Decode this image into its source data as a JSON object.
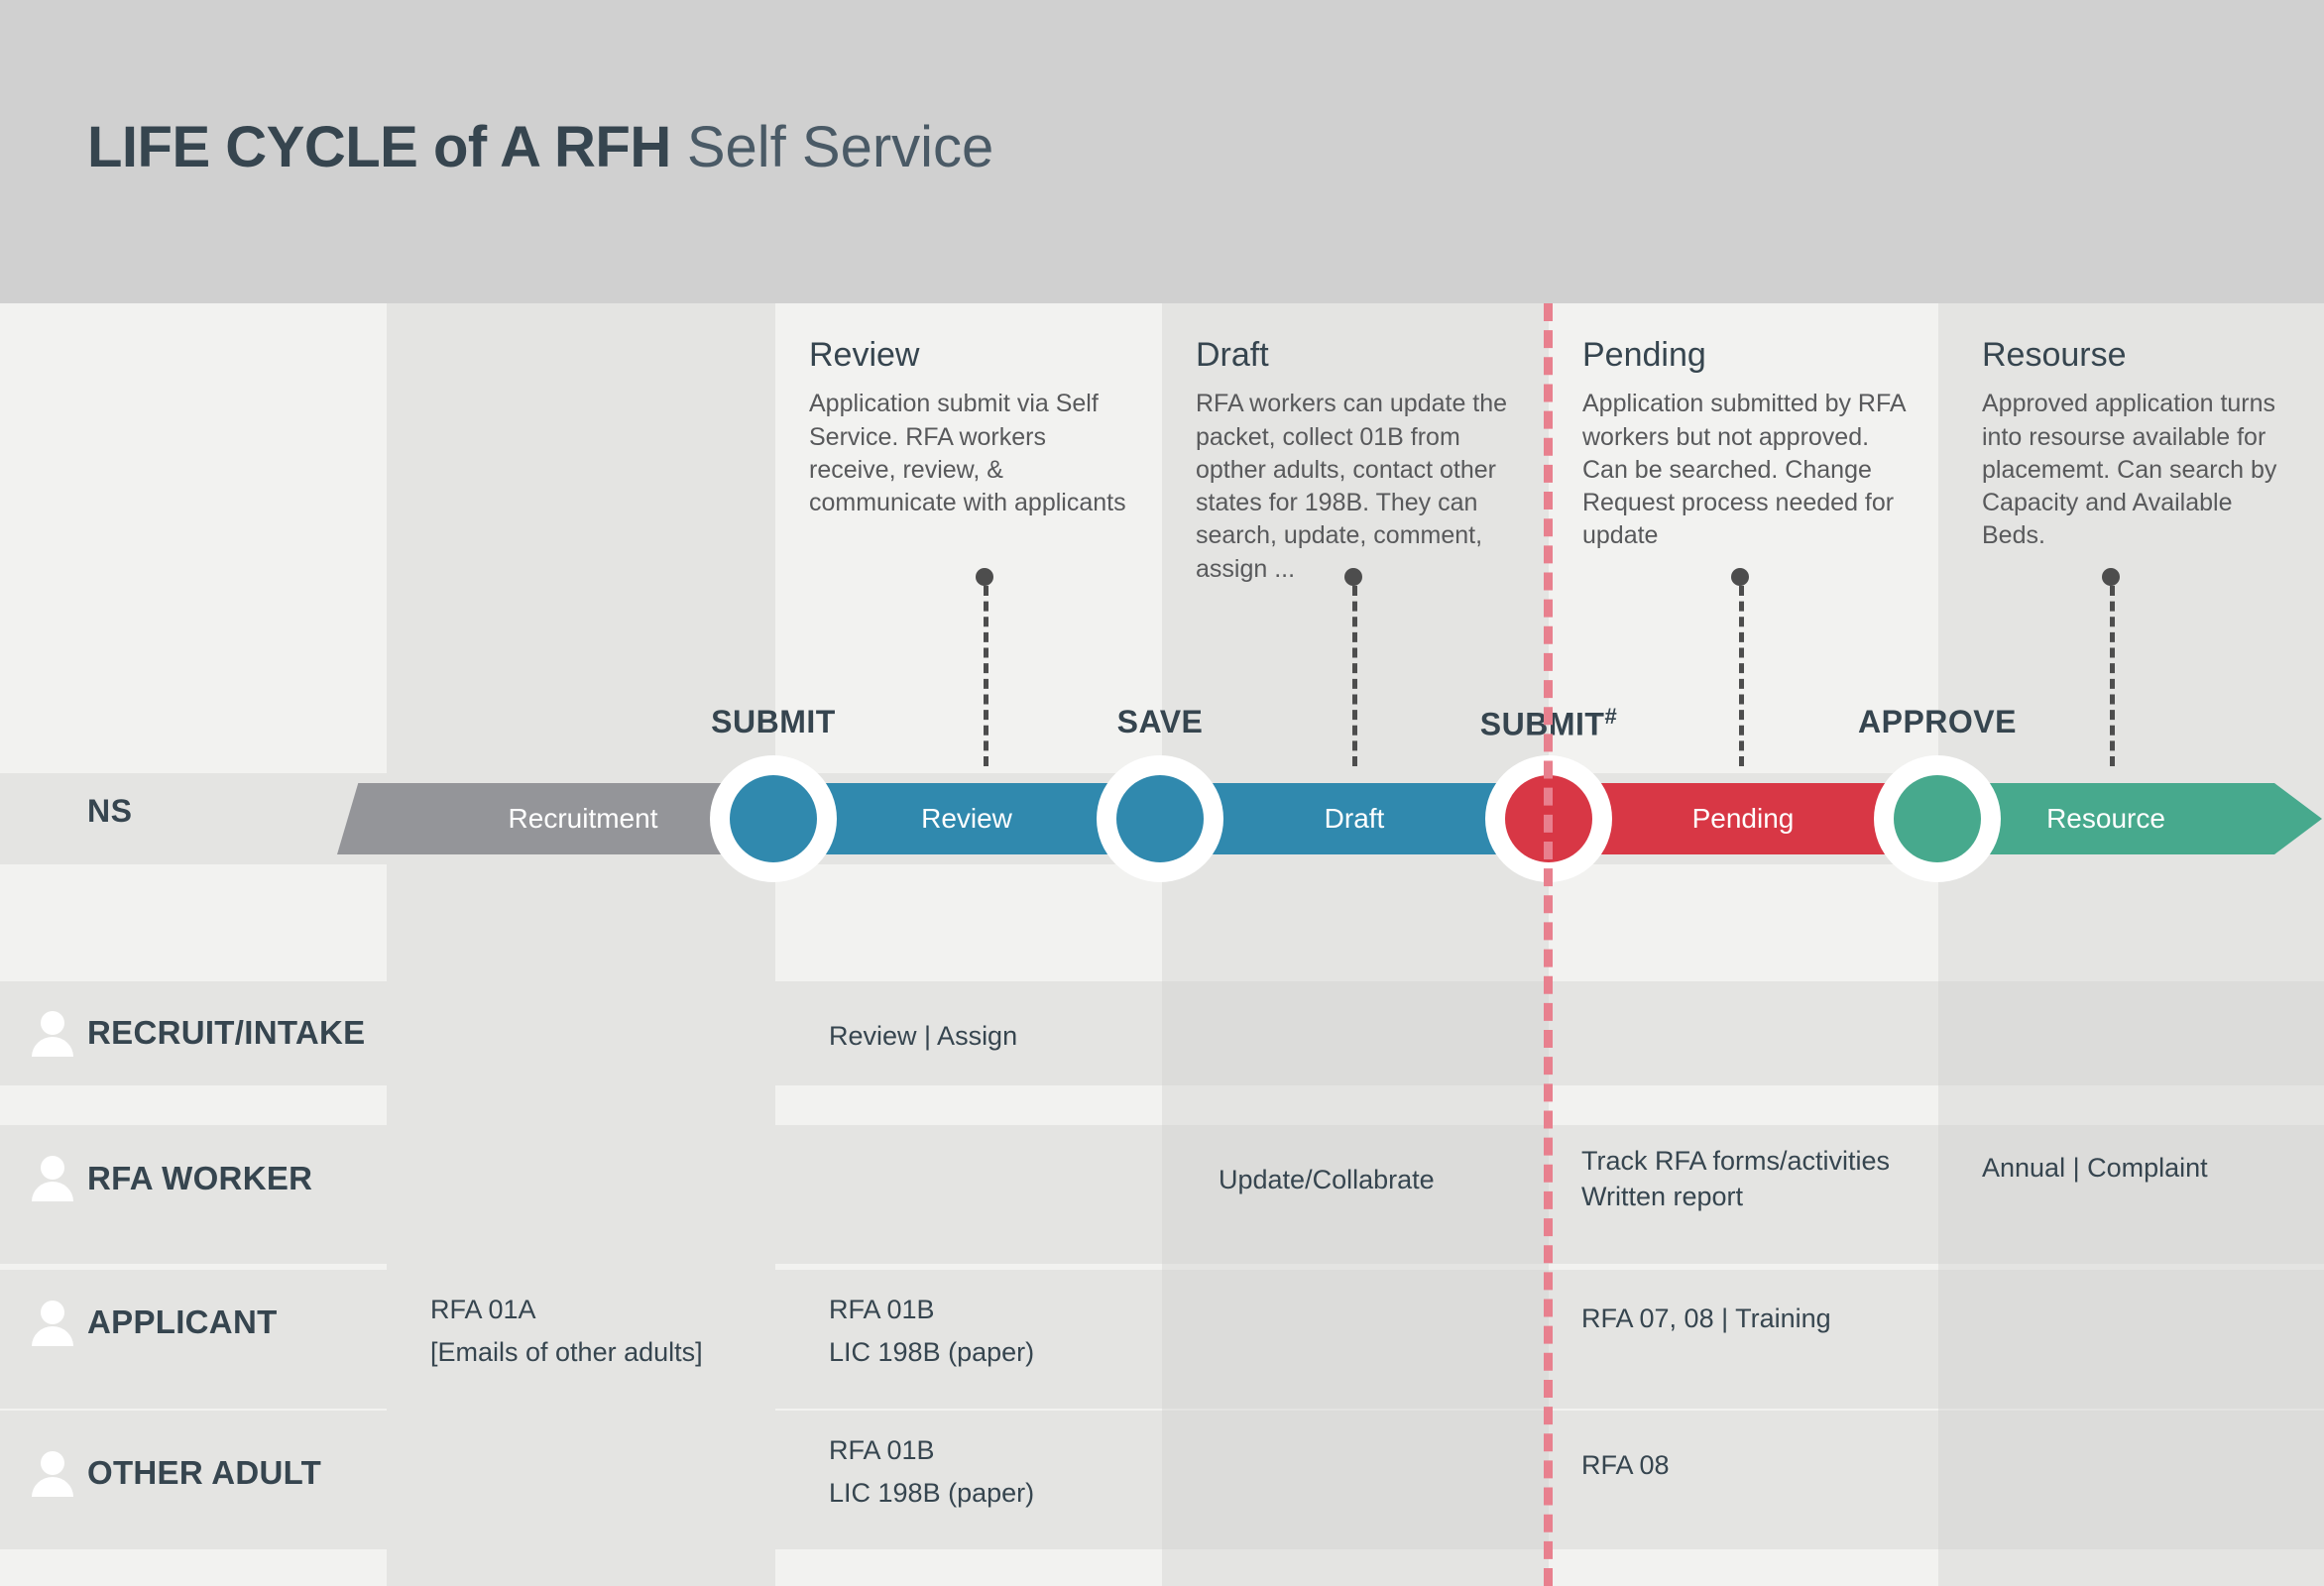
{
  "header": {
    "title_strong": "LIFE CYCLE of A RFH",
    "title_light": "Self Service"
  },
  "colors": {
    "header_bg": "#D0D0D0",
    "col_light": "#F2F2F0",
    "col_dark": "#E4E4E2",
    "ink": "#36454F",
    "body_text": "#58595B",
    "gray": "#949599",
    "blue": "#3089AE",
    "red": "#D83745",
    "green": "#47A98D",
    "red_dash": "#E8808E",
    "connector": "#4D4D4D"
  },
  "phases": [
    {
      "title": "Review",
      "desc": "Application submit via Self Service. RFA workers receive, review, & communicate with applicants"
    },
    {
      "title": "Draft",
      "desc": "RFA workers can update the packet, collect 01B from opther adults, contact other states for 198B. They can search, update, comment, assign ..."
    },
    {
      "title": "Pending",
      "desc": "Application submitted by RFA workers but not approved. Can be searched. Change Request process needed for update"
    },
    {
      "title": "Resourse",
      "desc": "Approved application turns into resourse available for placememt. Can search by Capacity and Available Beds."
    }
  ],
  "timeline": {
    "lane_label": "NS",
    "segments": [
      {
        "label": "Recruitment",
        "color_key": "gray"
      },
      {
        "label": "Review",
        "color_key": "blue"
      },
      {
        "label": "Draft",
        "color_key": "blue"
      },
      {
        "label": "Pending",
        "color_key": "red"
      },
      {
        "label": "Resource",
        "color_key": "green"
      }
    ],
    "actions": [
      {
        "label": "SUBMIT",
        "sup": "",
        "node_color_key": "blue"
      },
      {
        "label": "SAVE",
        "sup": "",
        "node_color_key": "blue"
      },
      {
        "label": "SUBMIT",
        "sup": "#",
        "node_color_key": "red"
      },
      {
        "label": "APPROVE",
        "sup": "",
        "node_color_key": "green"
      }
    ]
  },
  "lanes": [
    {
      "name": "RECRUIT/INTAKE",
      "icon": "person-icon",
      "cells": [
        {
          "col": 2,
          "text": "Review | Assign"
        }
      ]
    },
    {
      "name": "RFA WORKER",
      "icon": "person-icon",
      "cells": [
        {
          "col": 3,
          "text": "Update/Collabrate"
        },
        {
          "col": 4,
          "text": "Track RFA forms/activities\nWritten report"
        },
        {
          "col": 5,
          "text": "Annual | Complaint"
        }
      ]
    },
    {
      "name": "APPLICANT",
      "icon": "person-icon",
      "cells": [
        {
          "col": 1,
          "text": "RFA 01A\n[Emails of other adults]"
        },
        {
          "col": 2,
          "text": "RFA 01B\nLIC 198B (paper)"
        },
        {
          "col": 4,
          "text": "RFA 07, 08 | Training"
        }
      ]
    },
    {
      "name": "OTHER ADULT",
      "icon": "person-icon",
      "cells": [
        {
          "col": 2,
          "text": "RFA 01B\nLIC 198B (paper)"
        },
        {
          "col": 4,
          "text": "RFA 08"
        }
      ]
    }
  ]
}
